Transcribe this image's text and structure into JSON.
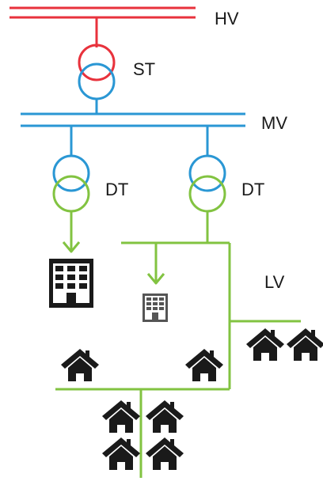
{
  "labels": {
    "hv": "HV",
    "st": "ST",
    "mv": "MV",
    "dt_left": "DT",
    "dt_right": "DT",
    "lv": "LV"
  },
  "colors": {
    "hv": "#e8323c",
    "mv": "#2a97d4",
    "lv": "#82c341",
    "icon": "#1a1a1a",
    "icon_light": "#555555"
  },
  "icons": {
    "building": "office-building-icon",
    "house": "house-icon"
  }
}
